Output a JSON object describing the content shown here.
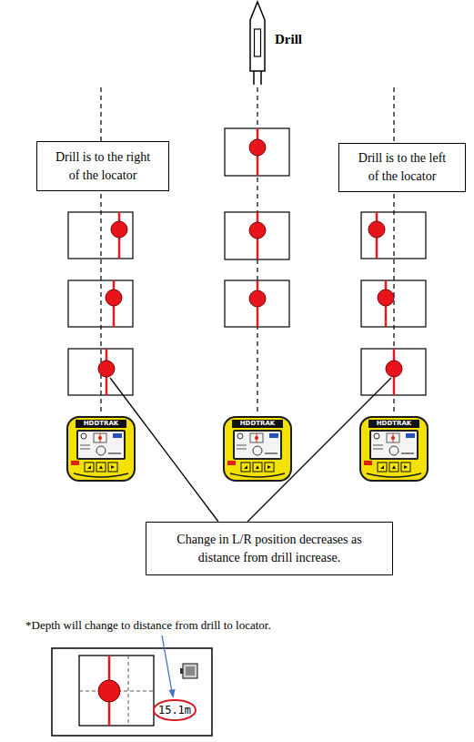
{
  "diagram": {
    "nodes": [
      {
        "text": [
          "Drill is to the right of the locator"
        ]
      },
      {
        "text": [
          "Drill is to the left of the locator"
        ]
      },
      {
        "text": [
          "Change in L/R position decreases as distance from drill increase."
        ]
      },
      {
        "text": [
          "15.1m"
        ]
      }
    ],
    "labels": [
      "Drill",
      "HDDTRAK",
      "HDDTRAK",
      "HDDTRAK",
      "*Depth will change to distance from drill to locator."
    ]
  }
}
